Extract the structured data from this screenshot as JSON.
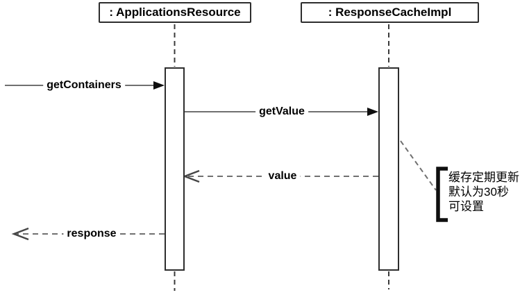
{
  "diagram": {
    "type": "uml-sequence",
    "lifelines": [
      {
        "label": ": ApplicationsResource"
      },
      {
        "label": ": ResponseCacheImpl"
      }
    ],
    "messages": [
      {
        "label": "getContainers",
        "style": "solid-filled-arrow",
        "from": "external",
        "to": ": ApplicationsResource"
      },
      {
        "label": "getValue",
        "style": "solid-filled-arrow",
        "from": ": ApplicationsResource",
        "to": ": ResponseCacheImpl"
      },
      {
        "label": "value",
        "style": "dashed-open-arrow",
        "from": ": ResponseCacheImpl",
        "to": ": ApplicationsResource"
      },
      {
        "label": "response",
        "style": "dashed-open-arrow",
        "from": ": ApplicationsResource",
        "to": "external"
      }
    ],
    "note": {
      "lines": [
        "缓存定期更新",
        "默认为30秒",
        "可设置"
      ],
      "attached_to": ": ResponseCacheImpl"
    },
    "colors": {
      "background": "#ffffff",
      "border": "#2d2d2d",
      "message_line": "#707070",
      "lifeline_dash": "#3a3a3a",
      "arrowhead_fill": "#0f0f0f",
      "text": "#000000"
    }
  }
}
